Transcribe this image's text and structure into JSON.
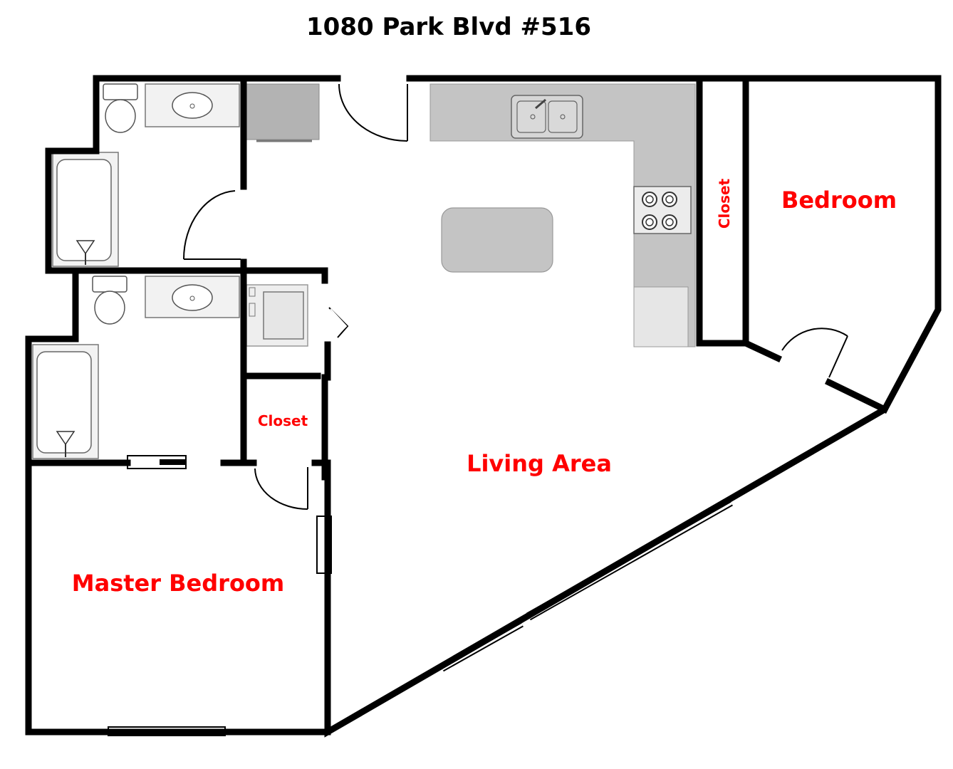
{
  "title": "1080 Park Blvd #516",
  "rooms": {
    "living_area": "Living Area",
    "bedroom": "Bedroom",
    "master_bedroom": "Master Bedroom",
    "closet_hall": "Closet",
    "closet_bedroom": "Closet"
  },
  "colors": {
    "wall": "#000000",
    "label": "#ff0000",
    "counter": "#c4c4c4"
  }
}
